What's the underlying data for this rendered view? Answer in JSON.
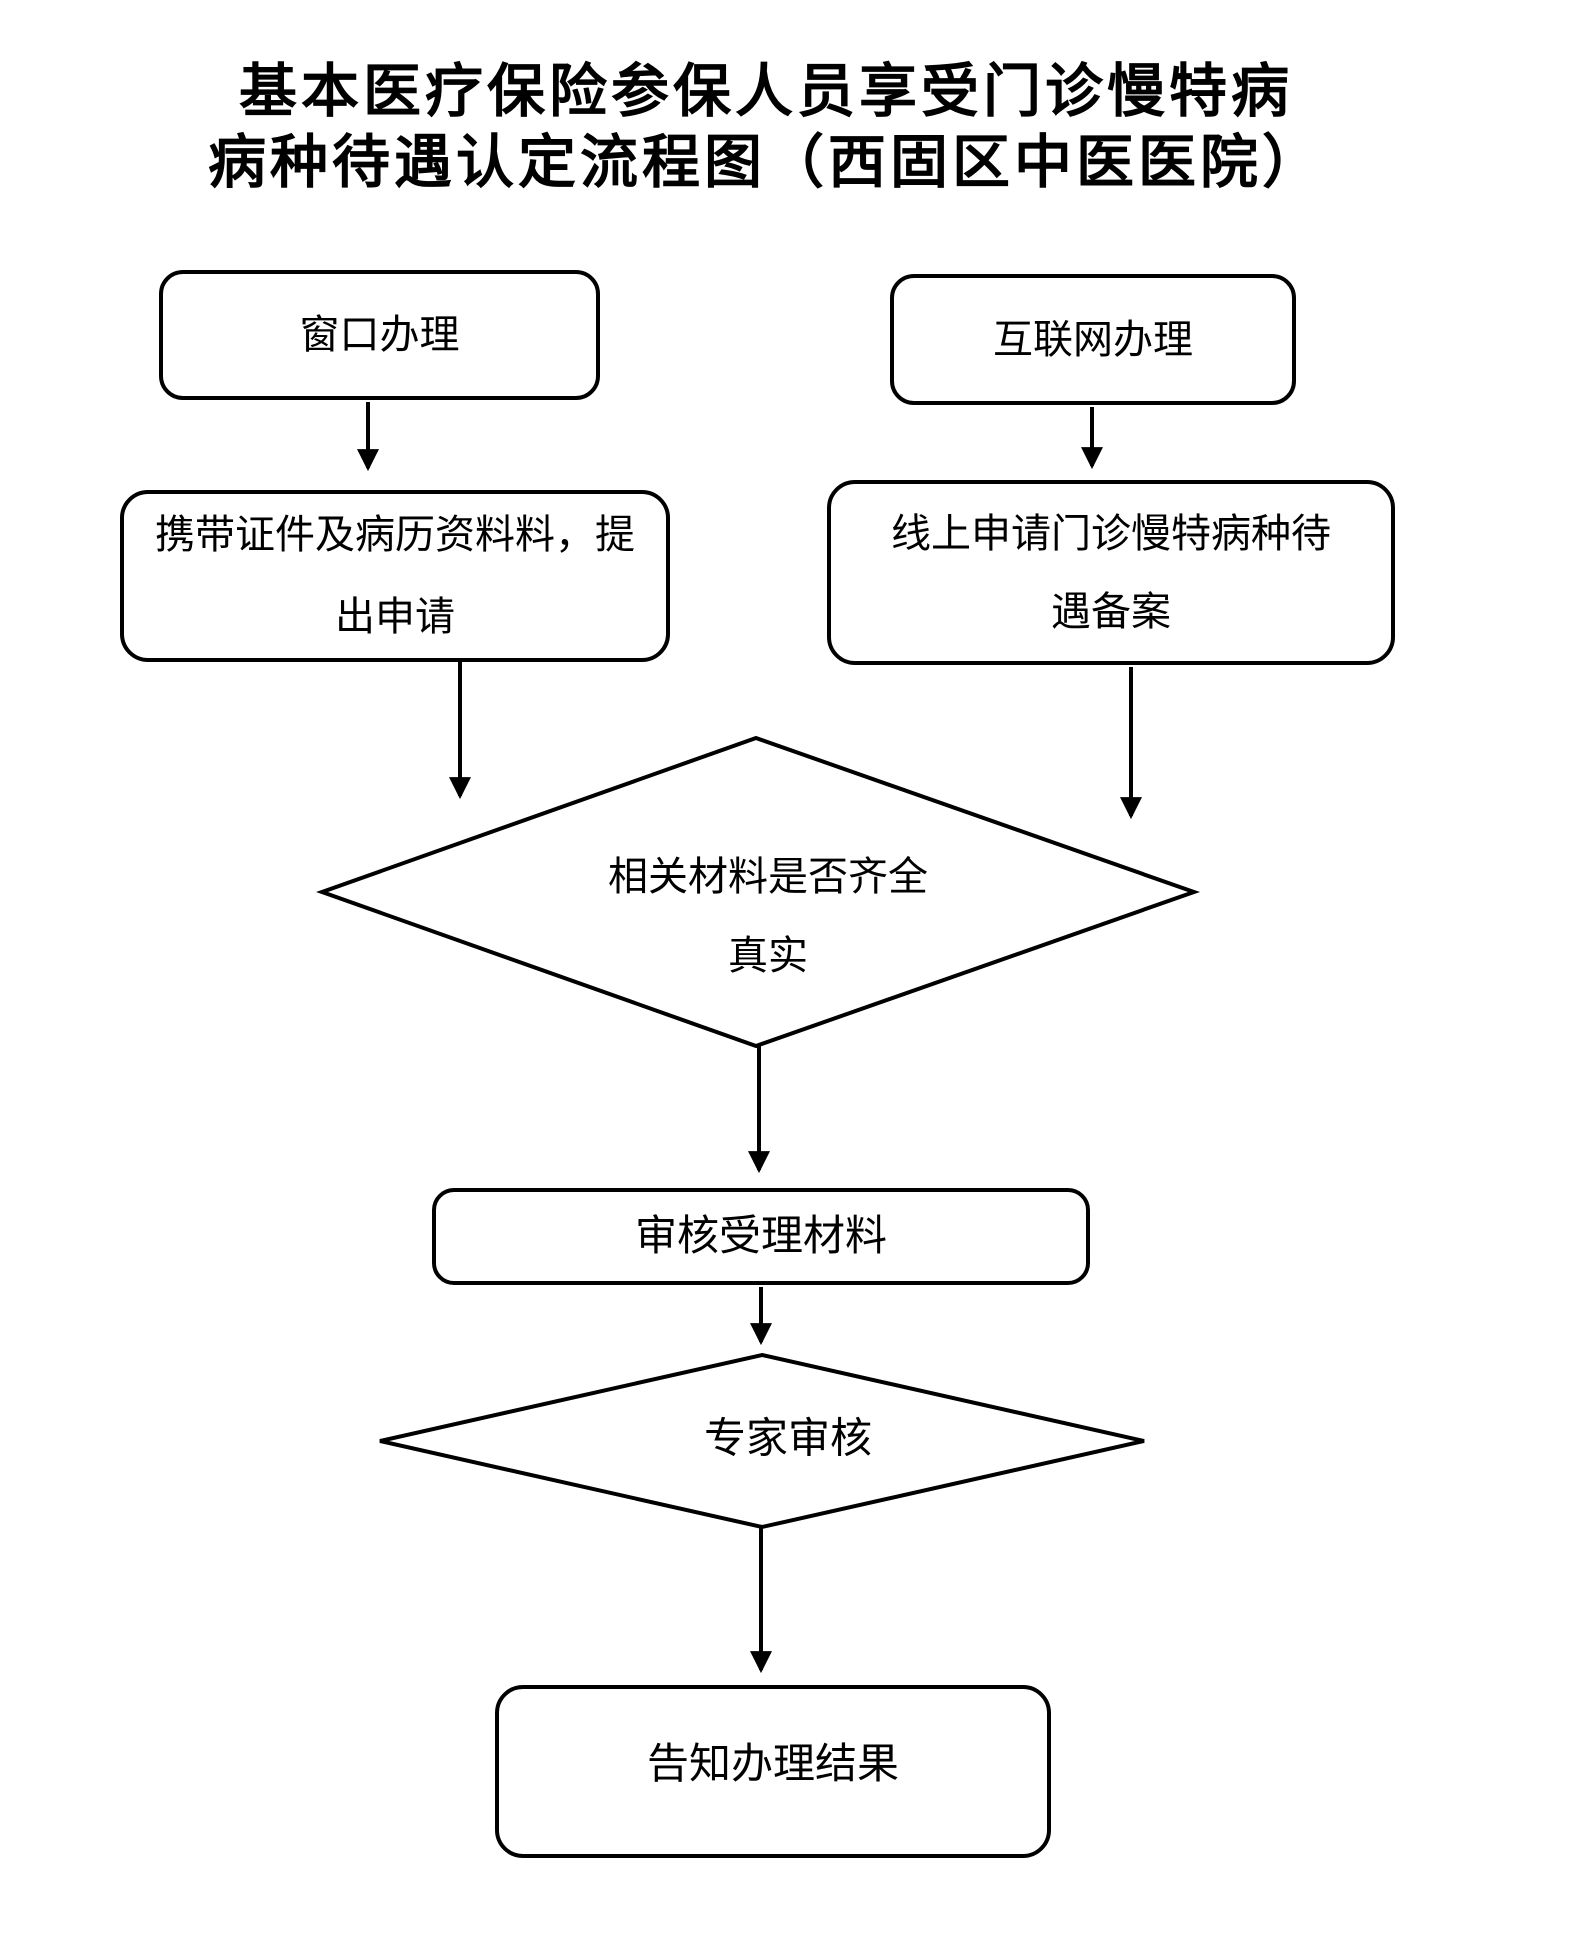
{
  "title": {
    "line1": "基本医疗保险参保人员享受门诊慢特病",
    "line2": "病种待遇认定流程图（西固区中医医院）"
  },
  "nodes": {
    "window": {
      "label": "窗口办理"
    },
    "internet": {
      "label": "互联网办理"
    },
    "bring_documents": {
      "line1": "携带证件及病历资料料，提",
      "line2": "出申请"
    },
    "online_apply": {
      "line1": "线上申请门诊慢特病种待",
      "line2": "遇备案"
    },
    "materials_check": {
      "line1": "相关材料是否齐全",
      "line2": "真实"
    },
    "review_materials": {
      "label": "审核受理材料"
    },
    "expert_review": {
      "label": "专家审核"
    },
    "notify_result": {
      "label": "告知办理结果"
    }
  },
  "style": {
    "stroke_color": "#000000",
    "background_color": "#ffffff"
  }
}
